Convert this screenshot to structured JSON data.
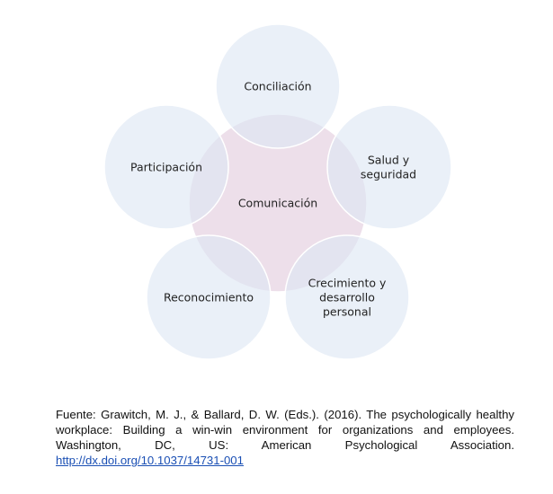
{
  "diagram": {
    "colors": {
      "center_fill": "#ead9e6",
      "center_stroke": "#ffffff",
      "outer_fill": "#dde6f3",
      "outer_stroke": "#ffffff",
      "text": "#222222"
    },
    "center": {
      "id": "comunicacion",
      "lines": [
        "Comunicación"
      ]
    },
    "nodes": [
      {
        "id": "conciliacion",
        "lines": [
          "Conciliación"
        ]
      },
      {
        "id": "salud-seguridad",
        "lines": [
          "Salud y",
          "seguridad"
        ]
      },
      {
        "id": "crecimiento-desarrollo",
        "lines": [
          "Crecimiento y",
          "desarrollo",
          "personal"
        ]
      },
      {
        "id": "reconocimiento",
        "lines": [
          "Reconocimiento"
        ]
      },
      {
        "id": "participacion",
        "lines": [
          "Participación"
        ]
      }
    ]
  },
  "source": {
    "text": "Fuente: Grawitch, M. J., & Ballard, D. W. (Eds.). (2016). The psychologically healthy workplace: Building a win-win environment for organizations and employees. Washington, DC, US: American Psychological Association.",
    "link": "http://dx.doi.org/10.1037/14731-001"
  }
}
